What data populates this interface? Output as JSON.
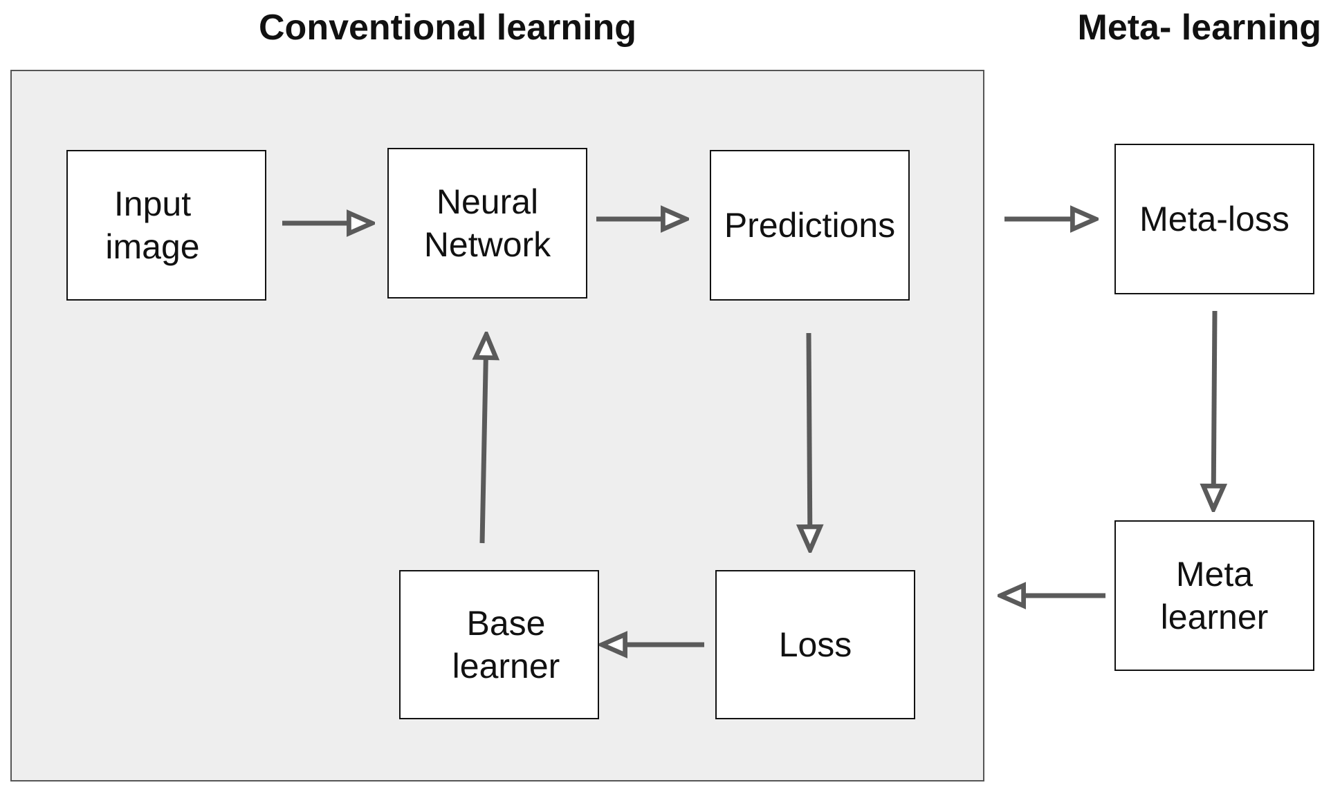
{
  "headings": {
    "conventional": "Conventional learning",
    "meta": "Meta- learning"
  },
  "nodes": {
    "input_image": "Input\nimage",
    "neural_network": "Neural\nNetwork",
    "predictions": "Predictions",
    "loss": "Loss",
    "base_learner": "Base\nlearner",
    "meta_loss": "Meta-loss",
    "meta_learner": "Meta\nlearner"
  },
  "edges": [
    {
      "from": "input_image",
      "to": "neural_network"
    },
    {
      "from": "neural_network",
      "to": "predictions"
    },
    {
      "from": "predictions",
      "to": "loss"
    },
    {
      "from": "loss",
      "to": "base_learner"
    },
    {
      "from": "base_learner",
      "to": "neural_network"
    },
    {
      "from": "predictions",
      "to": "meta_loss"
    },
    {
      "from": "meta_loss",
      "to": "meta_learner"
    },
    {
      "from": "meta_learner",
      "to": "loss"
    }
  ],
  "colors": {
    "panel_fill": "#eeeeee",
    "arrow": "#5a5a5a",
    "box_border": "#111111"
  }
}
